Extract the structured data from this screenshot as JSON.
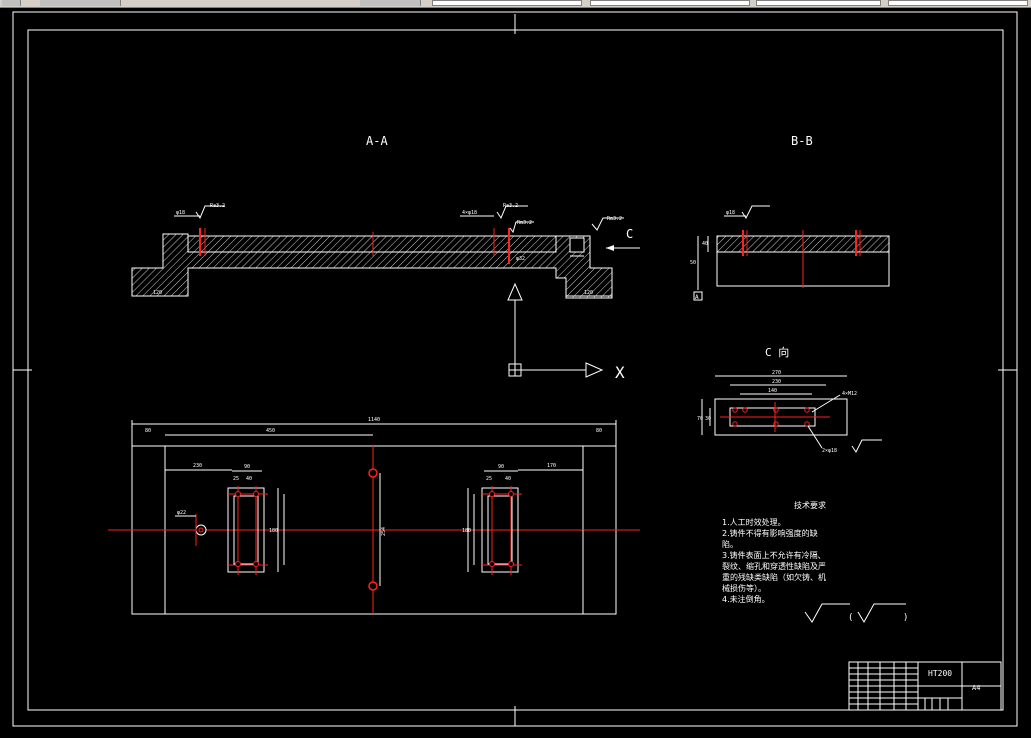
{
  "toolbar": {
    "aria": "CAD toolbar"
  },
  "drawing": {
    "section_aa": "A-A",
    "section_bb": "B-B",
    "view_c": "C 向",
    "arrow_c": "C",
    "axis_x": "X",
    "datum_a": "A",
    "title_block": {
      "material": "HT200",
      "part_code": "A4"
    },
    "notes": {
      "title": "技术要求",
      "items": [
        "1.人工时效处理。",
        "2.铸件不得有影响强度的缺陷。",
        "3.铸件表面上不允许有冷隔、裂纹、缩孔和穿透性缺陷及严重的残缺类缺陷（如欠铸、机械损伤等）。",
        "4.未注倒角。"
      ]
    },
    "dims_plan": {
      "overall": "1140",
      "left_span": "450",
      "left_edge": "80",
      "right_edge": "80",
      "left_pocket": "230",
      "pocket_w": "90",
      "hole_a": "25",
      "hole_b": "40",
      "pocket_w2": "90",
      "right_off": "170",
      "center_h": "254",
      "pocket_h": "180",
      "pocket_h2": "180",
      "hole_note": "φ22"
    },
    "dims_aa": {
      "left_foot": "120",
      "right_foot": "120",
      "ra_left": "Ra3.2",
      "ra_mid": "Ra3.2",
      "ra_right": "Ra3.2",
      "ra_top": "Ra3.2",
      "hole_left": "φ18",
      "hole_mid": "4×φ18",
      "note_mid": "φ32"
    },
    "dims_bb": {
      "h1": "40",
      "h2": "50",
      "label": "B-B"
    },
    "dims_c": {
      "w1": "270",
      "w2": "230",
      "w3": "140",
      "h": "70",
      "h2": "30",
      "note1": "4×M12",
      "note2": "2×φ18"
    },
    "roughness": {
      "symbol": "√",
      "paren": "( √ )"
    }
  }
}
